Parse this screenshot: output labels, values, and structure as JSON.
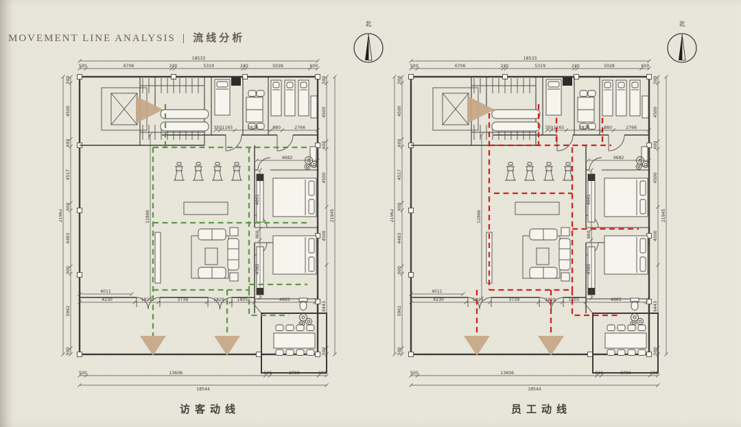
{
  "header": {
    "title_en": "MOVEMENT LINE ANALYSIS",
    "divider": "|",
    "title_zh": "流线分析"
  },
  "compass": {
    "north_label": "北"
  },
  "arrow_color": "#c6a787",
  "plans": [
    {
      "id": "visitor",
      "caption": "访客动线",
      "line_color": "#55963f"
    },
    {
      "id": "staff",
      "caption": "员工动线",
      "line_color": "#cc1b15"
    }
  ],
  "dims": {
    "top_total": "18533",
    "top_row": [
      "500",
      "6706",
      "240",
      "5319",
      "240",
      "5028",
      "600"
    ],
    "left_total": "21962",
    "left_col": [
      "500",
      "4500",
      "600",
      "4517",
      "600",
      "4483",
      "600",
      "5962",
      "500"
    ],
    "right_total": "21945",
    "right_col": [
      "500",
      "4500",
      "600",
      "4500",
      "4500",
      "6443",
      "500"
    ],
    "bottom_total": "18544",
    "bottom_row": [
      "500",
      "13606",
      "340",
      "3700",
      "600"
    ],
    "inner_top_row": [
      "350",
      "1165",
      "2820",
      "880",
      "2766"
    ],
    "inner_width_4682": "4682",
    "inner_right_chain": [
      "4661",
      "860",
      "4582"
    ],
    "inner_left_height": "12866",
    "inner_left_width": "4011",
    "inner_bottom_row": [
      "4230",
      "1829",
      "3739",
      "1829",
      "1805",
      "4665"
    ]
  }
}
